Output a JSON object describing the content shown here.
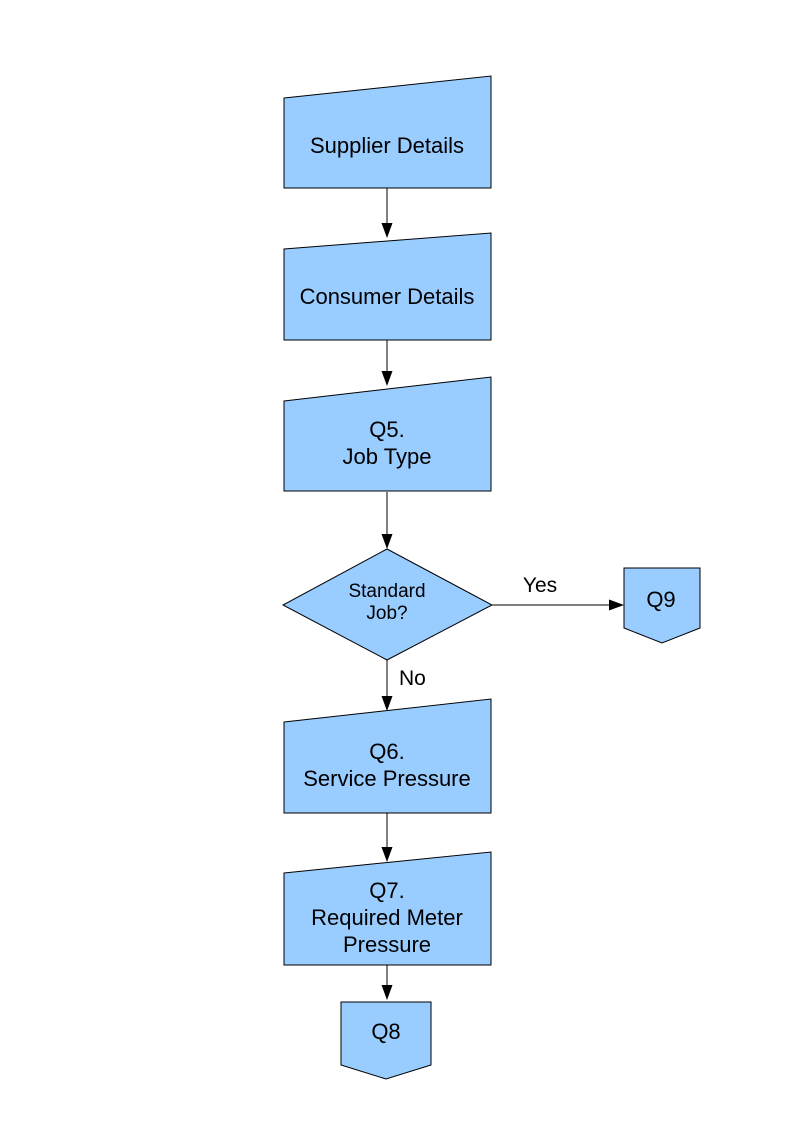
{
  "nodes": {
    "supplier": {
      "label": "Supplier Details"
    },
    "consumer": {
      "label": "Consumer Details"
    },
    "q5": {
      "lines": [
        "Q5.",
        "Job Type"
      ]
    },
    "decision": {
      "lines": [
        "Standard",
        "Job?"
      ]
    },
    "q9": {
      "label": "Q9"
    },
    "q6": {
      "lines": [
        "Q6.",
        "Service Pressure"
      ]
    },
    "q7": {
      "lines": [
        "Q7.",
        "Required Meter",
        "Pressure"
      ]
    },
    "q8": {
      "label": "Q8"
    }
  },
  "edges": {
    "yes_label": "Yes",
    "no_label": "No"
  },
  "colors": {
    "node_fill": "#99CCFF",
    "node_stroke": "#000000",
    "arrow": "#000000",
    "text": "#000000",
    "background": "#FFFFFF"
  }
}
